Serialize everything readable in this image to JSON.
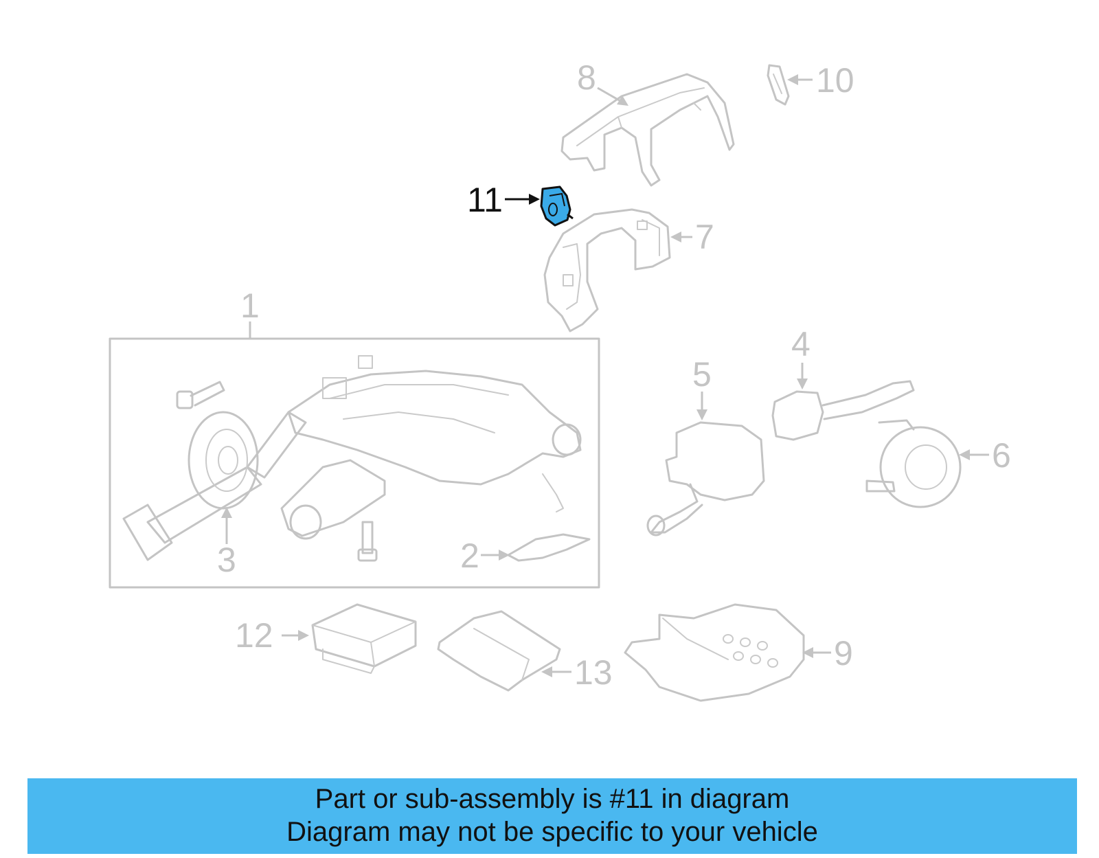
{
  "colors": {
    "highlight_fill": "#3aaae8",
    "banner_background": "#4ab8f0",
    "part_stroke": "#c4c4c4",
    "highlight_label": "#111111"
  },
  "callouts": {
    "c1": "1",
    "c2": "2",
    "c3": "3",
    "c4": "4",
    "c5": "5",
    "c6": "6",
    "c7": "7",
    "c8": "8",
    "c9": "9",
    "c10": "10",
    "c11": "11",
    "c12": "12",
    "c13": "13"
  },
  "highlighted_part": "11",
  "banner": {
    "line1": "Part or sub-assembly is #11 in diagram",
    "line2": "Diagram may not be specific to your vehicle"
  }
}
